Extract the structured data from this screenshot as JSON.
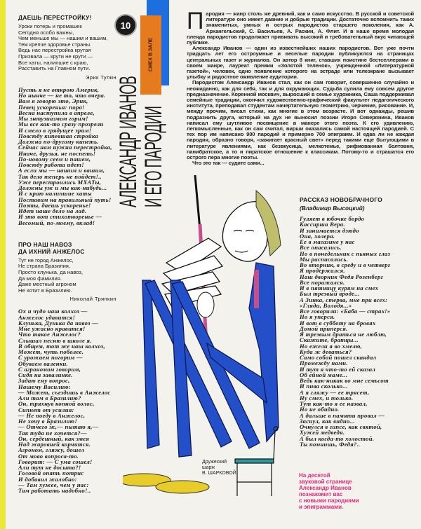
{
  "page_number": "10",
  "rubric": "СМЕХ В ЗАЛЕ",
  "title": {
    "line1": "АЛЕКСАНДР ИВАНОВ",
    "line2": "И ЕГО ПАРОДИИ"
  },
  "left": {
    "poem1": {
      "title": "ДАЕШЬ ПЕРЕСТРОЙКУ!",
      "lines": [
        "Уроки потерь и промашек",
        "Сегодня особо важны,",
        "Чем меньше мы — нашим и вашим,",
        "Тем крепче здоровье страны.",
        "Ведь нас перестройка крутая",
        "Призвала — крути не крути —",
        "Все хаты, налипшие с краю,",
        "Расставить на Главном пути."
      ],
      "author": "Эрик Тулин"
    },
    "parody1": {
      "lines": [
        "Пусть я не открою Америк,",
        "Но нынче — не то, что вчера.",
        "Вам я говорю это, Эрик,",
        "Певец ускоренья: пора!",
        "Весна наступила в апреле,",
        "Мы энтузиазмом горим!",
        "Мы все как-то сразу прозрели",
        "И смело в грядущее зрим!",
        "Повсюду кипевшая стройка",
        "Должна по-другому кипеть.",
        "Сейчас нам нужна перестройка,",
        "Иначе, друзья, не поспеть!",
        "По-новому сеем и пашем,",
        "Повсюду работа идет!",
        "А если мы — нашим и вашим,",
        "Так дело теперь не пойдет!..",
        "Уже перестроились МХАТы,",
        "Должны уж и мы как-нибудь...",
        "И с краю налипшие хаты",
        "Поставим на правильный путь!",
        "Поэты, даешь ускоренье!",
        "Идет наше дело на лад.",
        "И это вот стихотворенье —",
        "Весомый, по-моему, вклад!"
      ]
    },
    "poem2": {
      "title_line1": "ПРО НАШ НАВОЗ",
      "title_line2": "ДА ИХНИЙ АНЖЕЛОС",
      "lines": [
        "Тут не город Анжелос,",
        "Не страна Бразилия,",
        "Просто клунька, да навоз,",
        "Да моя фамилия.",
        "Даже местный агроном",
        "Не хотит в Бразилию."
      ],
      "author": "Николай Тряпкин"
    },
    "parody2": {
      "lines": [
        "Ох и чудо наш колхоз —",
        "Анжелос удавится!",
        "Клунька, Дунька да навоз —",
        "Мне ужасно нравится!",
        "Что такое Анжелос?",
        "Слышал песню в школе я.",
        "В общем, тот же наш колхоз,",
        "Может, чуть поболее.",
        "С урожаем погорим —",
        "Обуваем валенки.",
        "С агрономом говорим,",
        "Сидя на завалинке.",
        "Задаю ему вопрос,",
        "Нашему Василию:",
        "— Может, съездишь в Анжелос",
        "Али там в Бразилию?",
        "Он, тряхнув копной волос,",
        "Сипнет от усилия:",
        "— Не поеду в Анжелос,",
        "Не хочу в Бразилию!",
        "— Отчего ж,— пытаю я,—",
        "Так туда не хочется?—",
        "Он, сердешный, как змея",
        "Над жаровней корчится.",
        "Агроном, гляжу, дошел",
        "От мово вопроса-то.",
        "Говорит: — С ума сошел!",
        "Али тут не досыта?!",
        "Головой опять потрис",
        "И добавил жалобно:",
        "— Там хужее, чем у нас:",
        "Там работать надобно!.."
      ]
    }
  },
  "article": {
    "drop_cap": "П",
    "paragraphs": [
      "ародия — жанр столь же древний, как и само искусство. В русской и советской литературе оно имеет давние и добрые традиции. Достаточно вспомнить таких знаменитых, умных и острых пародистов старшего поколения, как А. Архангельский, С. Васильев, А. Раскин, А. Флит. И в наше время молодая плеяда пародистов продолжает прививать высокий и требовательный вкус читающей публике.",
      "Александр Иванов — один из известнейших наших пародистов. Вот уже почти тридцать лет его остроумные и веселые пародии публикуются на страницах центральных газет и журналов. Он автор 8 книг, ставших поистине бестселлерами в своем жанре, лауреат премии «Золотой теленок», учрежденной «Литературной газетой», человек, одно появление которого на эстраде или телеэкране вызывает улыбку и радостное оживление аудитории.",
      "Пародистом Александр Иванов стал, как он сам говорит, совершенно случайно и неожиданно, как для себя, так и для окружающих. Судьба сулила ему совсем другое предназначение. Коренной москвич, выросший в семье художника, Саша поддерживал семейные традиции, окончил художественно-графический факультет педагогического института, преподавал студентам начертательную геометрию, черчение, рисование. И, между прочим, писал стихи, как многие в этом возрасте. И вот однажды, решив подразнить друга, который на дух не выносил поэзии Игоря Северянина, Иванов написал ему шутливое посвящение в манере этого поэта. К его удивлению, легкомысленные, как он сам считал, вирши оказались самой настоящей пародией. С тех пор им написано 900 пародий и примерно 700 эпиграмм. И едва ли не каждая пародия, образно говоря, «зажигает красный свет» перед такими еще бытующими в литературе явлениями, как безвкусица, мелкотемье, рифмованная болтовня, панибратское, а то и пиратское отношение к классикам. Потому-то и страшатся его острого пера многие поэты.",
      "Что это так — судите сами..."
    ]
  },
  "right": {
    "title": "РАССКАЗ НОВОБРАЧНОГО",
    "subtitle": "(Владимир Высоцкий)",
    "lines": [
      "Гуляет в юбочке бордо",
      "Кассирша Вера.",
      "И занимается дзюдо",
      "Она, холера.",
      "Ее в магазине у нас",
      "Все опасались.",
      "Но в понедельник с пьяных глаз",
      "Мы расписались.",
      "Во вторник, в среду и в четверг",
      "Я продержался.",
      "Наш дворник Федя Розенберг",
      "Все поражался.",
      "И в пятницу курям на смех",
      "Был трезвый вроде...",
      "А Зинка, стерва, мне при всех:",
      "«Гляди, Володя...»",
      "Все говорили: «Баба — страх!»",
      "Но я уперся.",
      "И вот в субботу на бровях",
      "Домой приперся.",
      "Я трезвым драться не люблю,",
      "Скажите, братцы...",
      "Но ежели я во хмелю,",
      "Куда ж деваться?",
      "Само собой пошел скандал",
      "Промежду нами.",
      "И тут я что-то ей сказал",
      "Об ейной маме...",
      "Ведь как-никак во мне семьсот",
      "И пива сколько...",
      "А я гляжу — ее трясет,",
      "Ну смех, и только.",
      "Тут как-то я ее назвал,",
      "Но не обидно.",
      "А дальше в памяти провал —",
      "Заснул, как видно...",
      "Очнулся в гипсе, как святой,",
      "Хужей медведя.",
      "А был когда-то холостой.",
      "Ты помнишь, Федя?.."
    ]
  },
  "promo": {
    "lines": [
      "На десятой",
      "звуковой странице",
      "Александр Иванов",
      "познакомит вас",
      "с новыми пародиями",
      "и эпиграммами."
    ]
  },
  "caption": {
    "line1": "Дружеский",
    "line2": "шарж",
    "line3": "В. ШАРКОВОЙ"
  },
  "colors": {
    "yellow": "#ece634",
    "blue": "#1d6fe0",
    "orange": "#e67a1e",
    "magenta": "#e0287a",
    "suit": "#2350c8"
  }
}
